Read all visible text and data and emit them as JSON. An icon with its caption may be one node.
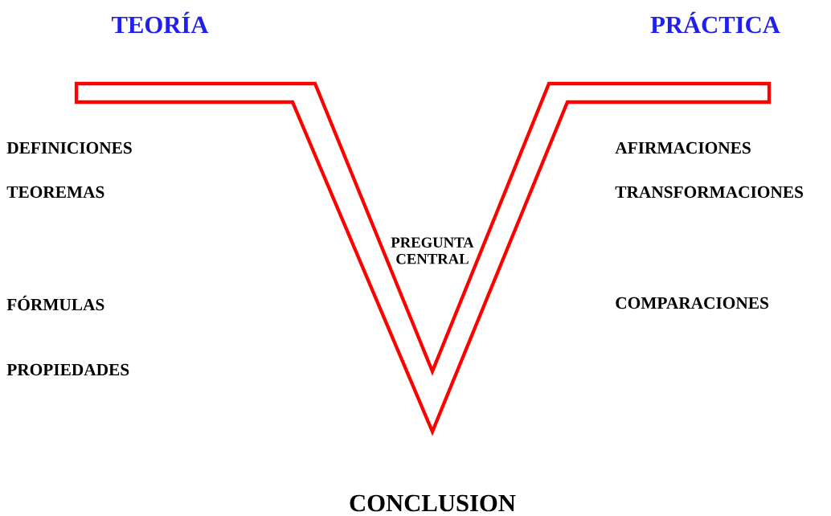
{
  "diagram": {
    "labels": [
      "TEORÍA",
      "PRÁCTICA",
      "DEFINICIONES",
      "AFIRMACIONES",
      "TEOREMAS",
      "TRANSFORMACIONES",
      "PREGUNTA CENTRAL",
      "FÓRMULAS",
      "COMPARACIONES",
      "PROPIEDADES",
      "CONCLUSION"
    ]
  }
}
